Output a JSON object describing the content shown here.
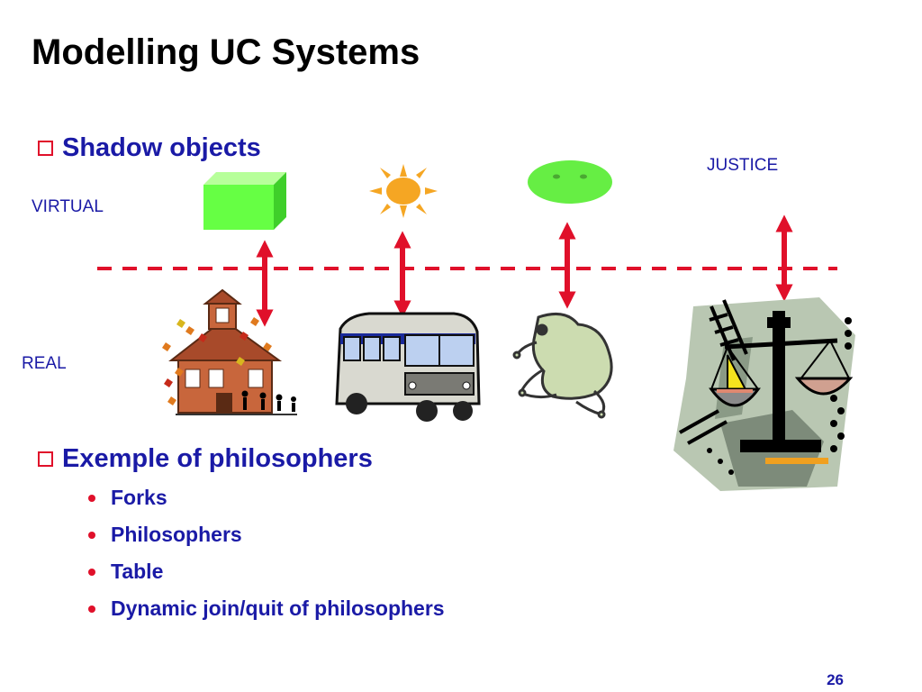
{
  "title": "Modelling UC Systems",
  "section1": {
    "label": "Shadow objects"
  },
  "labels": {
    "virtual": "VIRTUAL",
    "real": "REAL",
    "justice": "JUSTICE"
  },
  "section2": {
    "label": "Exemple of philosophers",
    "items": [
      "Forks",
      "Philosophers",
      "Table",
      "Dynamic join/quit of philosophers"
    ]
  },
  "page_number": "26",
  "colors": {
    "title": "#000000",
    "text": "#1a1aa6",
    "accent": "#e0102a",
    "cube": "#66ff44",
    "sun": "#f5a623"
  }
}
